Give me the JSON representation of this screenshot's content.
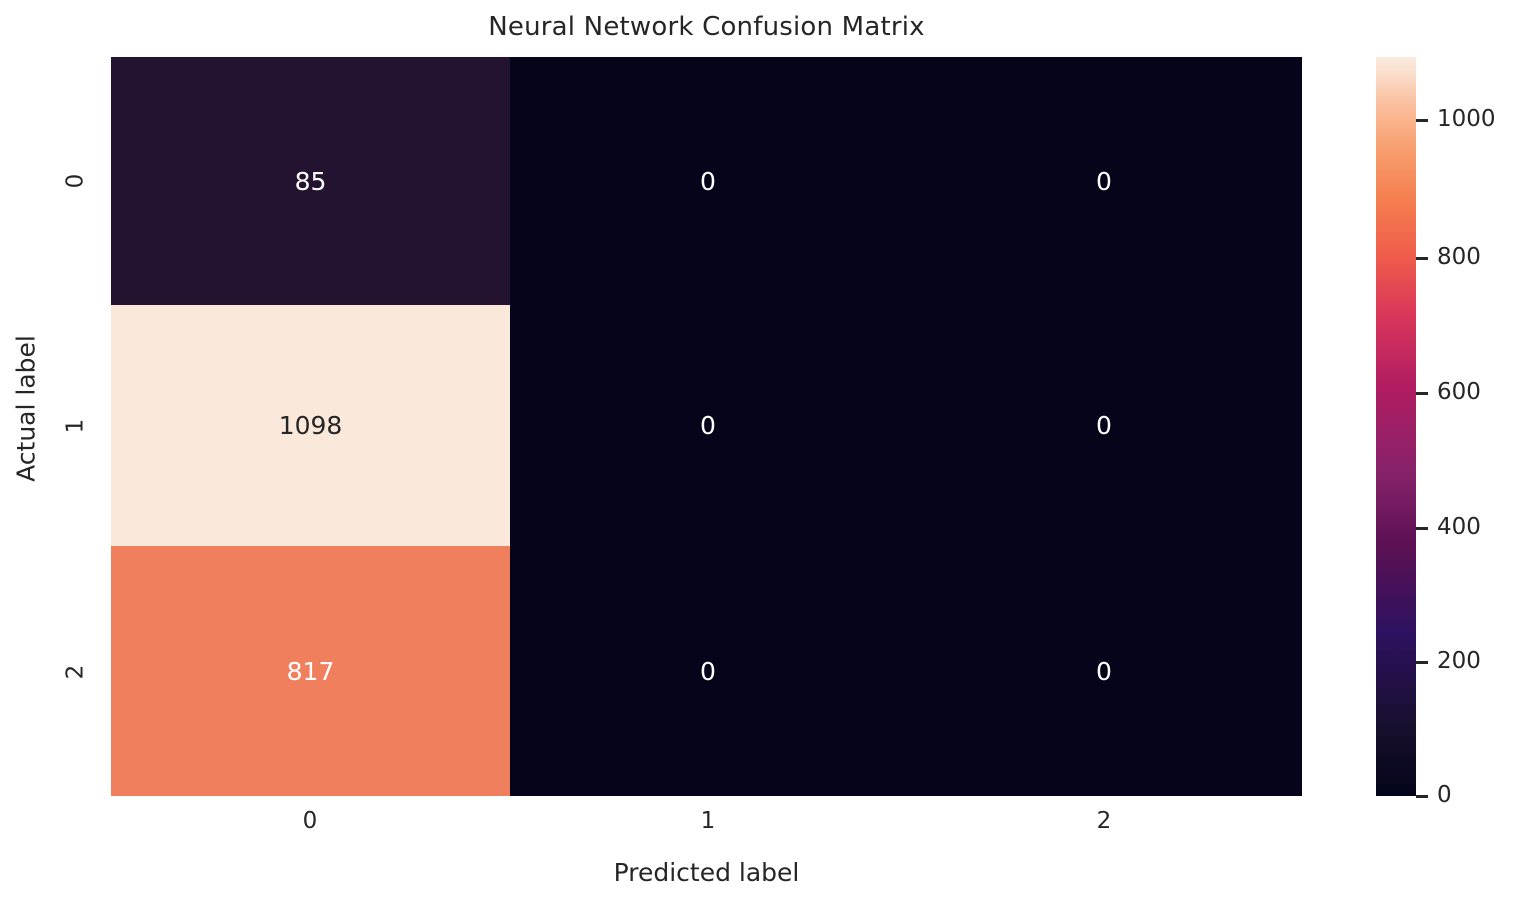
{
  "chart_data": {
    "type": "heatmap",
    "title": "Neural Network Confusion Matrix",
    "xlabel": "Predicted label",
    "ylabel": "Actual label",
    "x_tick_labels": [
      "0",
      "1",
      "2"
    ],
    "y_tick_labels": [
      "0",
      "1",
      "2"
    ],
    "categories_x": [
      "0",
      "1",
      "2"
    ],
    "categories_y": [
      "0",
      "1",
      "2"
    ],
    "matrix": [
      [
        85,
        0,
        0
      ],
      [
        1098,
        0,
        0
      ],
      [
        817,
        0,
        0
      ]
    ],
    "cells": [
      {
        "row": 0,
        "col": 0,
        "value": "85",
        "bg": "#231331",
        "fg": "#ffffff"
      },
      {
        "row": 0,
        "col": 1,
        "value": "0",
        "bg": "#05041a",
        "fg": "#ffffff"
      },
      {
        "row": 0,
        "col": 2,
        "value": "0",
        "bg": "#05041a",
        "fg": "#ffffff"
      },
      {
        "row": 1,
        "col": 0,
        "value": "1098",
        "bg": "#fae8da",
        "fg": "#262626"
      },
      {
        "row": 1,
        "col": 1,
        "value": "0",
        "bg": "#05041a",
        "fg": "#ffffff"
      },
      {
        "row": 1,
        "col": 2,
        "value": "0",
        "bg": "#05041a",
        "fg": "#ffffff"
      },
      {
        "row": 2,
        "col": 0,
        "value": "817",
        "bg": "#f0805d",
        "fg": "#ffffff"
      },
      {
        "row": 2,
        "col": 1,
        "value": "0",
        "bg": "#05041a",
        "fg": "#ffffff"
      },
      {
        "row": 2,
        "col": 2,
        "value": "0",
        "bg": "#05041a",
        "fg": "#ffffff"
      }
    ],
    "colorbar": {
      "colormap": "rocket",
      "vmin": 0,
      "vmax": 1098,
      "ticks": [
        "1000",
        "800",
        "600",
        "400",
        "200",
        "0"
      ],
      "tick_values": [
        1000,
        800,
        600,
        400,
        200,
        0
      ],
      "position": "right"
    },
    "grid": false,
    "annotations_shown": true
  },
  "colors": {
    "background": "#ffffff",
    "text": "#262626",
    "cell_dark": "#05041a",
    "cell_purple": "#231331",
    "cell_cream": "#fae8da",
    "cell_salmon": "#f0805d"
  }
}
